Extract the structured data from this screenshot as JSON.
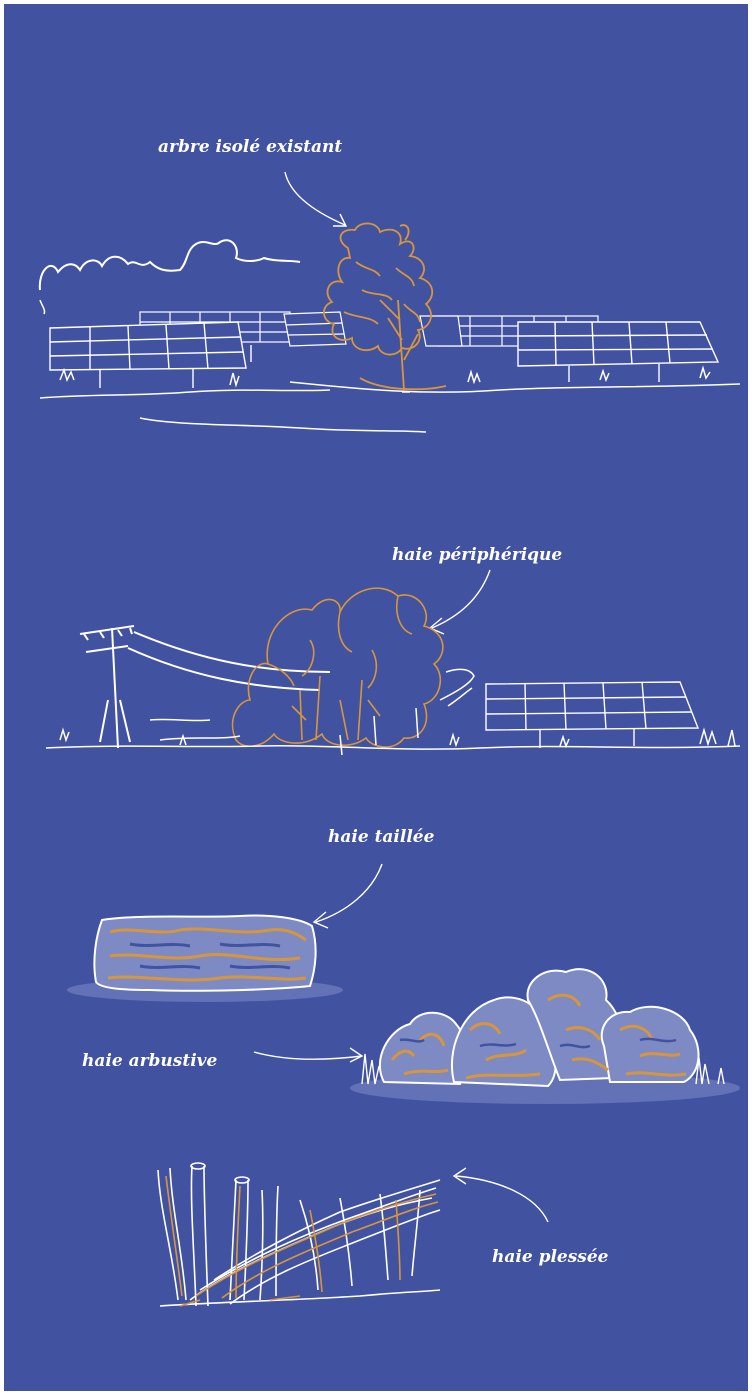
{
  "colors": {
    "background": "#4152a1",
    "line": "#ffffff",
    "accent": "#d8963c",
    "shade": "#7d8ac4"
  },
  "labels": {
    "arbre": "arbre isolé existant",
    "peripherique": "haie périphérique",
    "taillee": "haie taillée",
    "arbustive": "haie arbustive",
    "plessee": "haie plessée"
  }
}
